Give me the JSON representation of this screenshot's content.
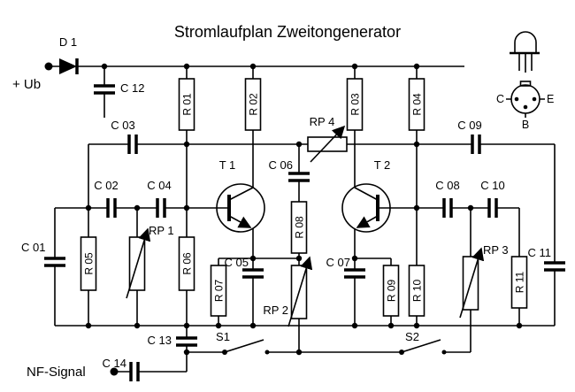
{
  "title": "Stromlaufplan Zweitongenerator",
  "power_label": "+ Ub",
  "input_label": "NF-Signal",
  "labels": {
    "d1": "D 1",
    "c12": "C 12",
    "r01": "R 01",
    "r02": "R 02",
    "r03": "R 03",
    "r04": "R 04",
    "c03": "C 03",
    "rp4": "RP 4",
    "c09": "C 09",
    "t1": "T 1",
    "c06": "C 06",
    "t2": "T 2",
    "c02": "C 02",
    "c04": "C 04",
    "c08": "C 08",
    "c10": "C 10",
    "c01": "C 01",
    "r05": "R 05",
    "rp1": "RP 1",
    "r06": "R 06",
    "r07": "R 07",
    "c05": "C 05",
    "rp2": "RP 2",
    "r08": "R 08",
    "c07": "C 07",
    "r09": "R 09",
    "r10": "R 10",
    "rp3": "RP 3",
    "r11": "R 11",
    "c11": "C 11",
    "c13": "C 13",
    "c14": "C 14",
    "s1": "S1",
    "s2": "S2"
  },
  "pinout": {
    "collector": "C",
    "emitter": "E",
    "base": "B"
  },
  "colors": {
    "ink": "#000000",
    "background": "#ffffff"
  }
}
